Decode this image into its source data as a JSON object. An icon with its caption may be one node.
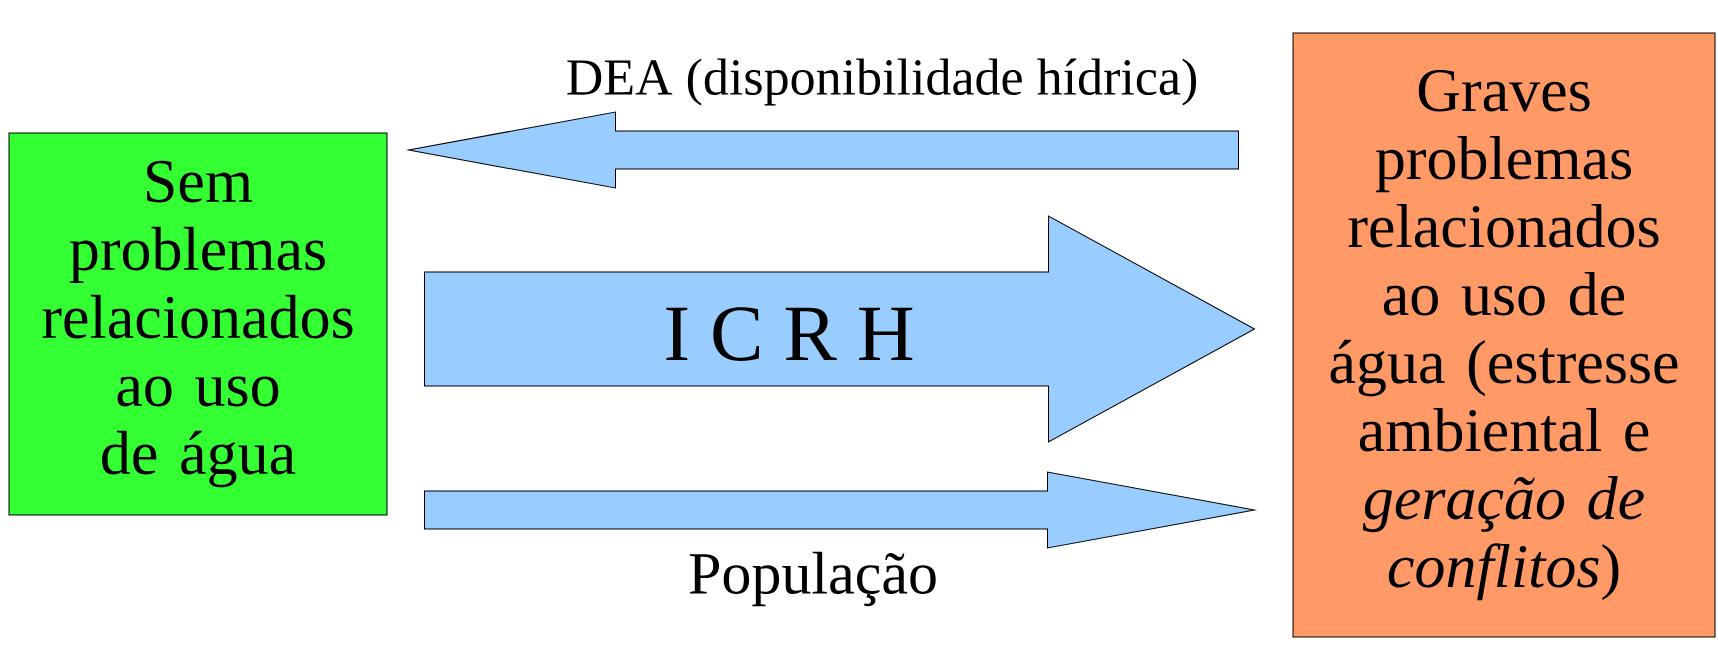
{
  "diagram": {
    "nodes": [
      {
        "text": [
          "Sem problemas relacionados ao uso de água"
        ]
      },
      {
        "text": [
          "Graves problemas relacionados ao uso de água (estresse ambiental e *geração de conflitos*)"
        ]
      }
    ],
    "edges": [
      {
        "from": 1,
        "to": 0,
        "arrow": "to",
        "label": "DEA (disponibilidade hídrica)"
      },
      {
        "from": 0,
        "to": 1,
        "arrow": "to",
        "label": "I C R H",
        "style": "thick"
      },
      {
        "from": 0,
        "to": 1,
        "arrow": "to",
        "label": "População"
      }
    ]
  }
}
